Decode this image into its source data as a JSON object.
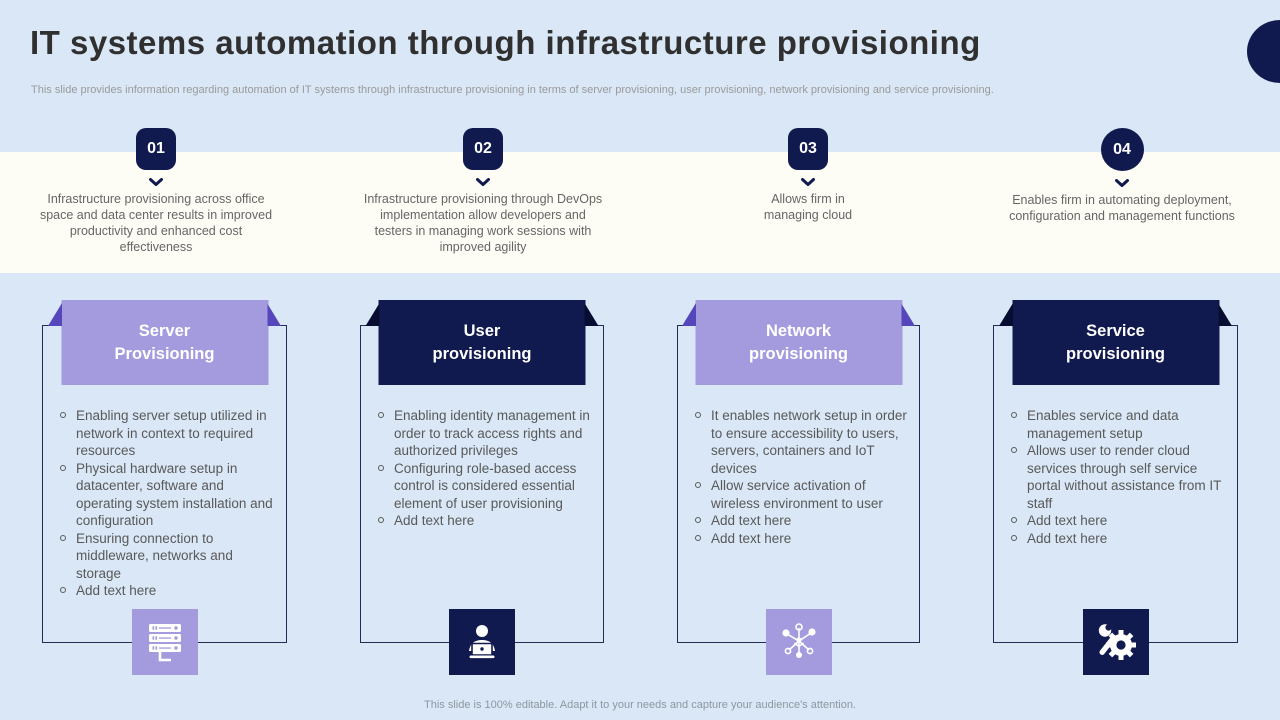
{
  "slide": {
    "title": "IT systems automation through infrastructure provisioning",
    "subtitle": "This slide provides information regarding automation of IT systems through infrastructure provisioning in terms of server provisioning, user provisioning, network provisioning and service provisioning.",
    "footer": "This slide is 100% editable. Adapt it to your needs and capture your audience's attention."
  },
  "steps": [
    {
      "number": "01",
      "badge_shape": "rounded",
      "text": "Infrastructure provisioning across office space and data center results in improved productivity and enhanced cost effectiveness"
    },
    {
      "number": "02",
      "badge_shape": "rounded",
      "text": "Infrastructure provisioning through DevOps implementation allow developers and testers in managing work sessions with improved agility"
    },
    {
      "number": "03",
      "badge_shape": "rounded",
      "text": "Allows firm in managing cloud"
    },
    {
      "number": "04",
      "badge_shape": "circle",
      "text": "Enables firm in automating deployment, configuration and management functions"
    }
  ],
  "columns": [
    {
      "title": "Server Provisioning",
      "theme": "purple",
      "icon": "server-icon",
      "bullets": [
        "Enabling server setup utilized in network in context to required resources",
        "Physical hardware setup in datacenter, software and operating system installation and configuration",
        "Ensuring connection to middleware, networks and storage",
        "Add text here"
      ]
    },
    {
      "title": "User provisioning",
      "theme": "navy",
      "icon": "user-laptop-icon",
      "bullets": [
        "Enabling identity management in order to track access rights and authorized privileges",
        "Configuring role-based access control is considered essential element of user provisioning",
        "Add text here"
      ]
    },
    {
      "title": "Network provisioning",
      "theme": "purple",
      "icon": "network-icon",
      "bullets": [
        "It enables network setup in order to ensure accessibility to users, servers, containers and IoT devices",
        "Allow service activation of wireless environment to user",
        "Add text here",
        "Add text here"
      ]
    },
    {
      "title": "Service provisioning",
      "theme": "navy",
      "icon": "gear-wrench-icon",
      "bullets": [
        "Enables service and data management setup",
        "Allows user to render cloud services through self service portal without assistance from IT staff",
        "Add text here",
        "Add text here"
      ]
    }
  ],
  "colors": {
    "navy": "#101a4e",
    "navy_fold": "#070d30",
    "purple": "#a49bdf",
    "purple_fold": "#5546bb",
    "background": "#d9e7f6",
    "band": "#fdfcf5",
    "body_text": "#595959"
  }
}
